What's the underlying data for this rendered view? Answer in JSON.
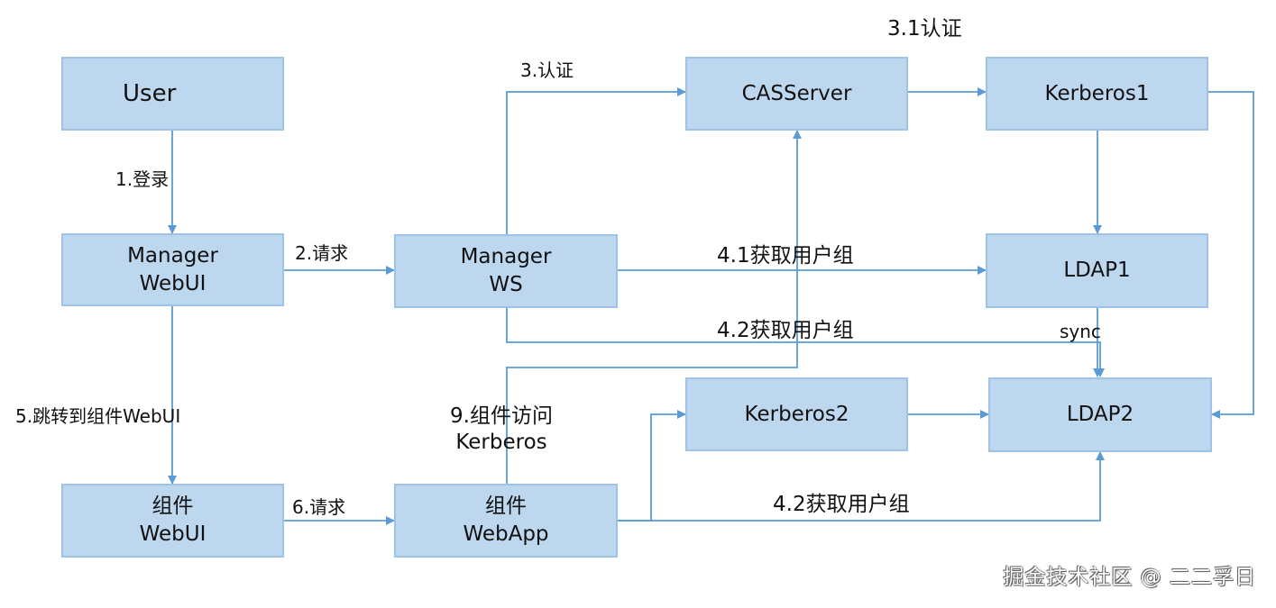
{
  "nodes": {
    "user": {
      "lines": [
        "User"
      ]
    },
    "manager_webui": {
      "lines": [
        "Manager",
        "WebUI"
      ]
    },
    "manager_ws": {
      "lines": [
        "Manager",
        "WS"
      ]
    },
    "casserver": {
      "lines": [
        "CASServer"
      ]
    },
    "kerberos1": {
      "lines": [
        "Kerberos1"
      ]
    },
    "ldap1": {
      "lines": [
        "LDAP1"
      ]
    },
    "kerberos2": {
      "lines": [
        "Kerberos2"
      ]
    },
    "ldap2": {
      "lines": [
        "LDAP2"
      ]
    },
    "component_webui": {
      "lines": [
        "组件",
        "WebUI"
      ]
    },
    "component_webapp": {
      "lines": [
        "组件",
        "WebApp"
      ]
    }
  },
  "edges": {
    "login": "1.登录",
    "request_ws": "2.请求",
    "auth": "3.认证",
    "auth_kerberos": "3.1认证",
    "get_group_ldap1": "4.1获取用户组",
    "get_group_ldap2_ws": "4.2获取用户组",
    "sync": "sync",
    "redirect": "5.跳转到组件WebUI",
    "request_webapp": "6.请求",
    "component_access_line1": "9.组件访问",
    "component_access_line2": "Kerberos",
    "get_group_ldap2_app": "4.2获取用户组"
  },
  "watermark": "掘金技术社区 @ 二二孚日",
  "colors": {
    "box_fill": "#bdd7ee",
    "box_border": "#9ec3e6",
    "arrow": "#5b9bd5"
  }
}
